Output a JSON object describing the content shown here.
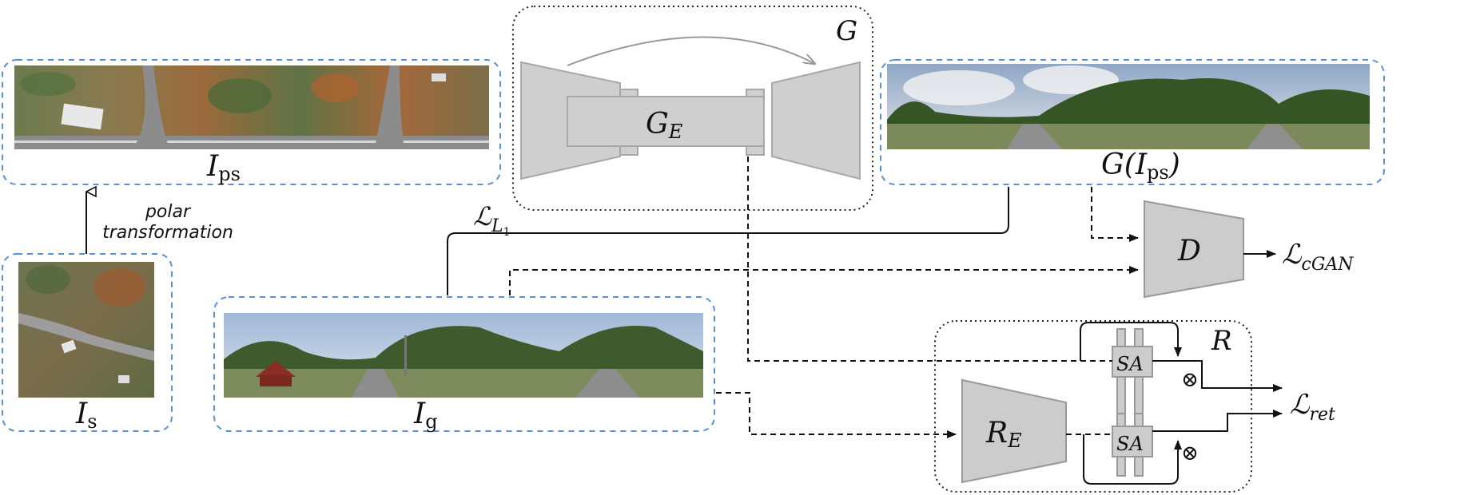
{
  "labels": {
    "I_ps": {
      "main": "I",
      "sub": "ps"
    },
    "I_s": {
      "main": "I",
      "sub": "s"
    },
    "I_g": {
      "main": "I",
      "sub": "g"
    },
    "G_I_ps": {
      "prefix": "G(",
      "main": "I",
      "sub": "ps",
      "suffix": ")"
    },
    "G": "G",
    "G_E": {
      "main": "G",
      "sub": "E"
    },
    "D": "D",
    "R": "R",
    "R_E": {
      "main": "R",
      "sub": "E"
    },
    "SA_top": "SA",
    "SA_bottom": "SA",
    "otimes_top": "⊗",
    "otimes_bottom": "⊗",
    "L_L1": {
      "main": "ℒ",
      "sub": "L",
      "subsub": "1"
    },
    "L_cGAN": {
      "main": "ℒ",
      "sub": "cGAN"
    },
    "L_ret": {
      "main": "ℒ",
      "sub": "ret"
    },
    "polar_line1": "polar",
    "polar_line2": "transformation"
  },
  "colors": {
    "dashed_frame": "#5b8fd6",
    "block_fill": "#cccccc",
    "line": "#111111"
  },
  "images": {
    "polar_panorama": "aerial polar-transformed panorama",
    "satellite": "satellite aerial image",
    "ground_panorama": "ground street-view panorama",
    "generated_panorama": "generated street-view panorama"
  }
}
